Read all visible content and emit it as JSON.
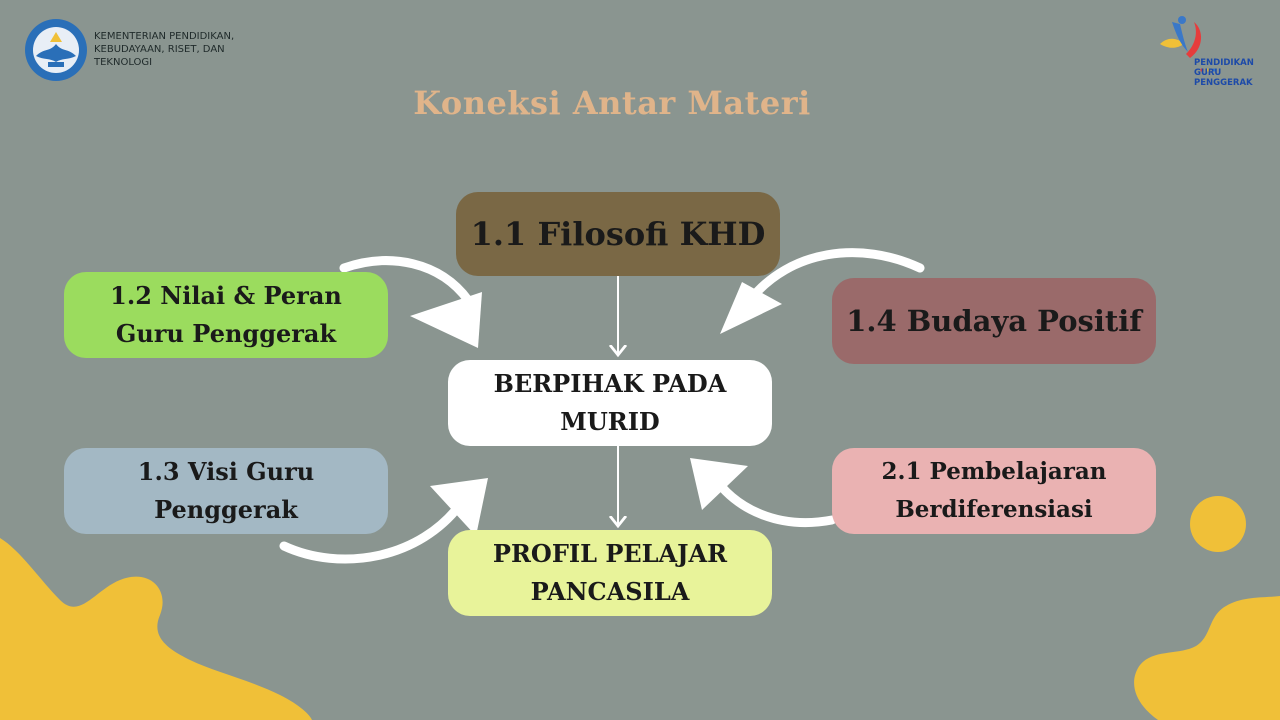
{
  "header": {
    "ministry_name": "KEMENTERIAN PENDIDIKAN,\nKEBUDAYAAN, RISET, DAN\nTEKNOLOGI",
    "program_logo_lines": [
      "PENDIDIKAN",
      "GURU",
      "PENGGERAK"
    ]
  },
  "title": "Koneksi Antar Materi",
  "colors": {
    "background": "#8a9590",
    "title": "#e0b48a",
    "blob": "#f0c038",
    "arrow": "#ffffff"
  },
  "nodes": {
    "khd": {
      "label": "1.1 Filosofi KHD",
      "color": "#7a6845"
    },
    "nilai": {
      "line1": "1.2 Nilai & Peran",
      "line2": "Guru Penggerak",
      "color": "#9bdc5e"
    },
    "budaya": {
      "label": "1.4 Budaya Positif",
      "color": "#9a6a6a"
    },
    "center": {
      "line1": "BERPIHAK PADA",
      "line2": "MURID",
      "color": "#ffffff"
    },
    "visi": {
      "line1": "1.3 Visi Guru",
      "line2": "Penggerak",
      "color": "#a3b8c4"
    },
    "diferensiasi": {
      "line1": "2.1 Pembelajaran",
      "line2": "Berdiferensiasi",
      "color": "#eab2b2"
    },
    "profil": {
      "line1": "PROFIL PELAJAR",
      "line2": "PANCASILA",
      "color": "#e8f39a"
    }
  }
}
